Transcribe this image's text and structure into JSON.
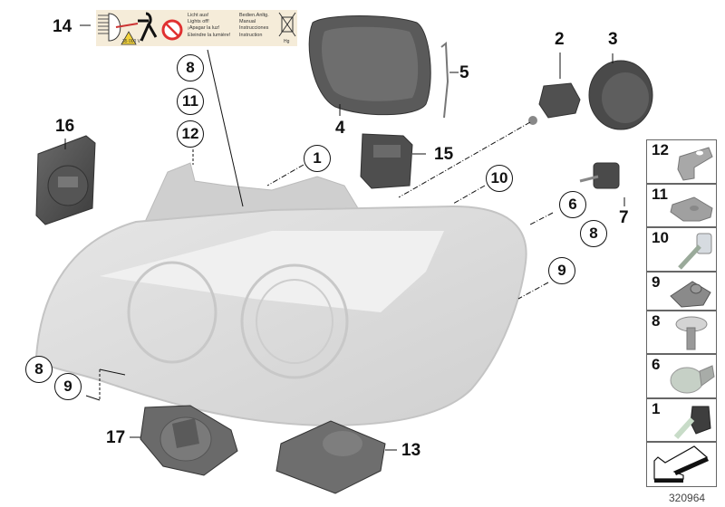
{
  "diagram": {
    "title": "Headlight assembly parts diagram",
    "diagram_id": "320964",
    "warning_label": {
      "callout": "14",
      "voltage": "35 000 V",
      "lines_col1": [
        "Licht aus!",
        "Lights off!",
        "¡Apagar la luz!",
        "Eteindre la lumière!"
      ],
      "lines_col2": [
        "Bedien.Anltg.",
        "Manual",
        "Instrucciones",
        "Instruction"
      ],
      "recycle_mark": "Hg"
    },
    "callouts": {
      "plain": [
        "14",
        "16",
        "4",
        "5",
        "2",
        "3",
        "15",
        "7",
        "17",
        "13"
      ],
      "circled": [
        "8",
        "11",
        "12",
        "1",
        "10",
        "6",
        "9",
        "8",
        "9",
        "8"
      ]
    },
    "labels": {
      "n14": "14",
      "n16": "16",
      "n4": "4",
      "n5": "5",
      "n2": "2",
      "n3": "3",
      "n15": "15",
      "n7": "7",
      "n17": "17",
      "n13": "13",
      "c8a": "8",
      "c11": "11",
      "c12": "12",
      "c1": "1",
      "c10": "10",
      "c6": "6",
      "c9a": "9",
      "c8b": "8",
      "c8c": "8",
      "c9b": "9"
    },
    "side_panel": [
      {
        "num": "12",
        "part": "bracket-clip"
      },
      {
        "num": "11",
        "part": "mounting-plate"
      },
      {
        "num": "10",
        "part": "adjusting-screw"
      },
      {
        "num": "9",
        "part": "clip-nut"
      },
      {
        "num": "8",
        "part": "screw"
      },
      {
        "num": "6",
        "part": "bulb"
      },
      {
        "num": "1",
        "part": "h-bulb"
      },
      {
        "num": "",
        "part": "arrow-symbol"
      }
    ],
    "colors": {
      "label_bg": "#f5ecd9",
      "part_dark": "#4a4a4a",
      "lens_grey": "#d8d8d8",
      "no_sign_red": "#e03030"
    }
  }
}
